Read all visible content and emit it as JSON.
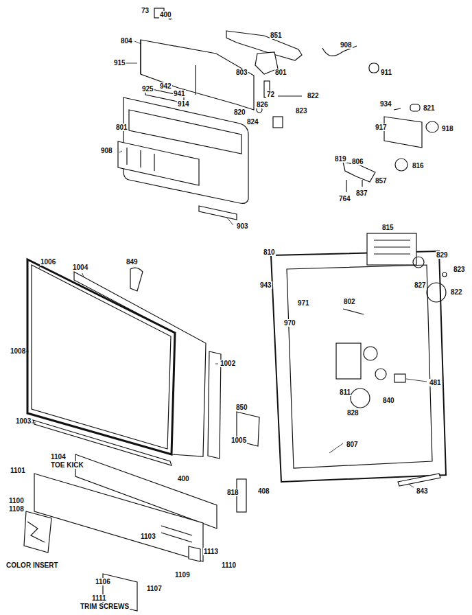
{
  "diagram": {
    "labels": [
      "73",
      "400",
      "804",
      "851",
      "915",
      "803",
      "801",
      "942",
      "941",
      "925",
      "914",
      "72",
      "822",
      "908",
      "911",
      "826",
      "820",
      "823",
      "824",
      "934",
      "821",
      "917",
      "918",
      "801",
      "908",
      "819",
      "806",
      "816",
      "857",
      "764",
      "837",
      "903",
      "1006",
      "1004",
      "849",
      "1008",
      "1002",
      "850",
      "1003",
      "1005",
      "1104",
      "TOE KICK",
      "1101",
      "400",
      "818",
      "408",
      "1100",
      "1108",
      "1103",
      "COLOR INSERT",
      "1106",
      "1113",
      "1110",
      "1109",
      "1107",
      "1111",
      "TRIM SCREWS",
      "810",
      "815",
      "829",
      "823",
      "943",
      "827",
      "822",
      "971",
      "802",
      "970",
      "481",
      "811",
      "840",
      "828",
      "807",
      "843"
    ]
  }
}
